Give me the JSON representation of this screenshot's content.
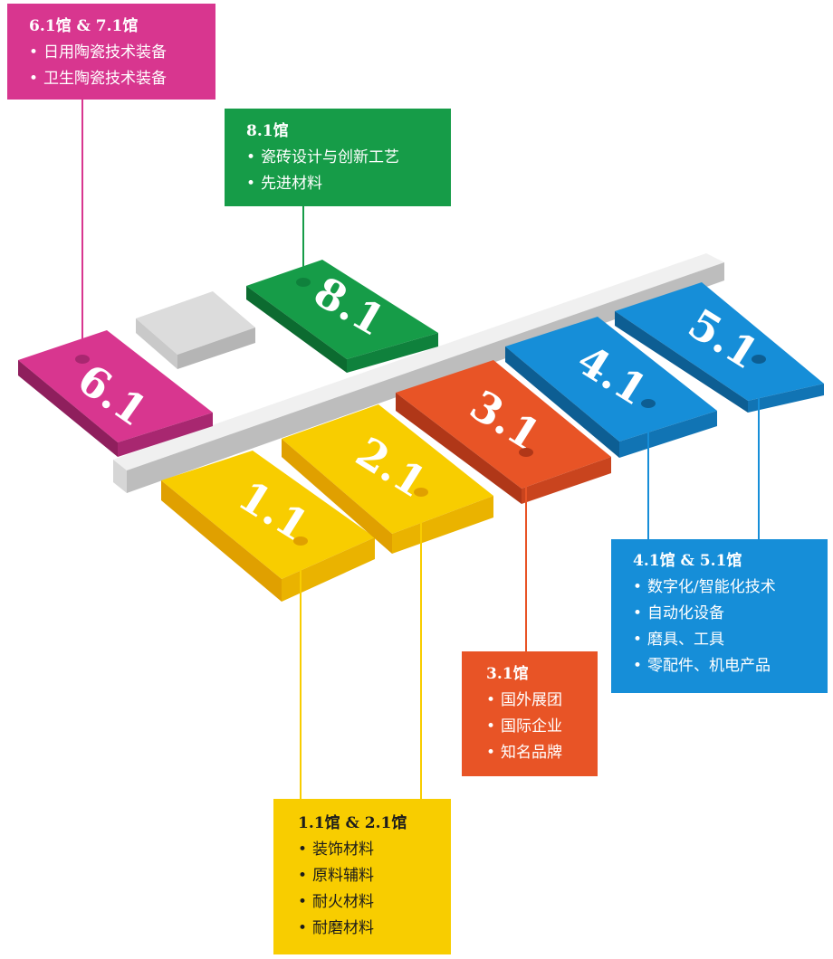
{
  "halls": [
    {
      "id": "6.1",
      "label": "6.1",
      "color": "#d8368f"
    },
    {
      "id": "8.1",
      "label": "8.1",
      "color": "#169c48"
    },
    {
      "id": "1.1",
      "label": "1.1",
      "color": "#f8cd00"
    },
    {
      "id": "2.1",
      "label": "2.1",
      "color": "#f8cd00"
    },
    {
      "id": "3.1",
      "label": "3.1",
      "color": "#e85426"
    },
    {
      "id": "4.1",
      "label": "4.1",
      "color": "#168ed8"
    },
    {
      "id": "5.1",
      "label": "5.1",
      "color": "#168ed8"
    }
  ],
  "callouts": {
    "hall_61_71": {
      "title": "6.1馆 & 7.1馆",
      "items": [
        "日用陶瓷技术装备",
        "卫生陶瓷技术装备"
      ],
      "color": "#d8368f"
    },
    "hall_81": {
      "title": "8.1馆",
      "items": [
        "瓷砖设计与创新工艺",
        "先进材料"
      ],
      "color": "#169c48"
    },
    "hall_41_51": {
      "title": "4.1馆 & 5.1馆",
      "items": [
        "数字化/智能化技术",
        "自动化设备",
        "磨具、工具",
        "零配件、机电产品"
      ],
      "color": "#168ed8"
    },
    "hall_31": {
      "title": "3.1馆",
      "items": [
        "国外展团",
        "国际企业",
        "知名品牌"
      ],
      "color": "#e85426"
    },
    "hall_11_21": {
      "title": "1.1馆 & 2.1馆",
      "items": [
        "装饰材料",
        "原料辅料",
        "耐火材料",
        "耐磨材料"
      ],
      "color": "#f8cd00"
    }
  },
  "bullet": "•"
}
